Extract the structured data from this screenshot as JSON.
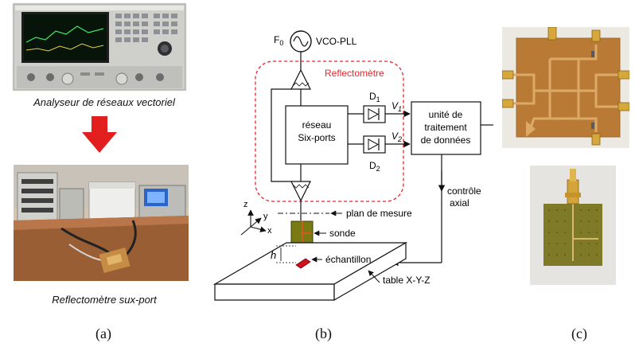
{
  "panel_a": {
    "top_caption": "Analyseur de réseaux vectoriel",
    "bottom_caption": "Reflectomètre sux-port",
    "arrow_color": "#e31e1e"
  },
  "panel_b": {
    "source_freq": "F0",
    "source_label": "VCO-PLL",
    "reflectometer_label": "Reflectomètre",
    "network_line1": "réseau",
    "network_line2": "Six-ports",
    "diode1": "D1",
    "diode2": "D2",
    "v1": "V1",
    "v2": "V2",
    "unit_line1": "unité de",
    "unit_line2": "traitement",
    "unit_line3": "de données",
    "control_line1": "contrôle",
    "control_line2": "axial",
    "measure_plane": "plan de mesure",
    "probe": "sonde",
    "sample": "échantillon",
    "table": "table X-Y-Z",
    "axis_z": "z",
    "axis_y": "y",
    "axis_x": "x",
    "height": "h",
    "dashed_color": "#e8262b",
    "probe_color": "#7a7a12",
    "sample_color": "#d0101e"
  },
  "labels": {
    "a": "(a)",
    "b": "(b)",
    "c": "(c)"
  }
}
